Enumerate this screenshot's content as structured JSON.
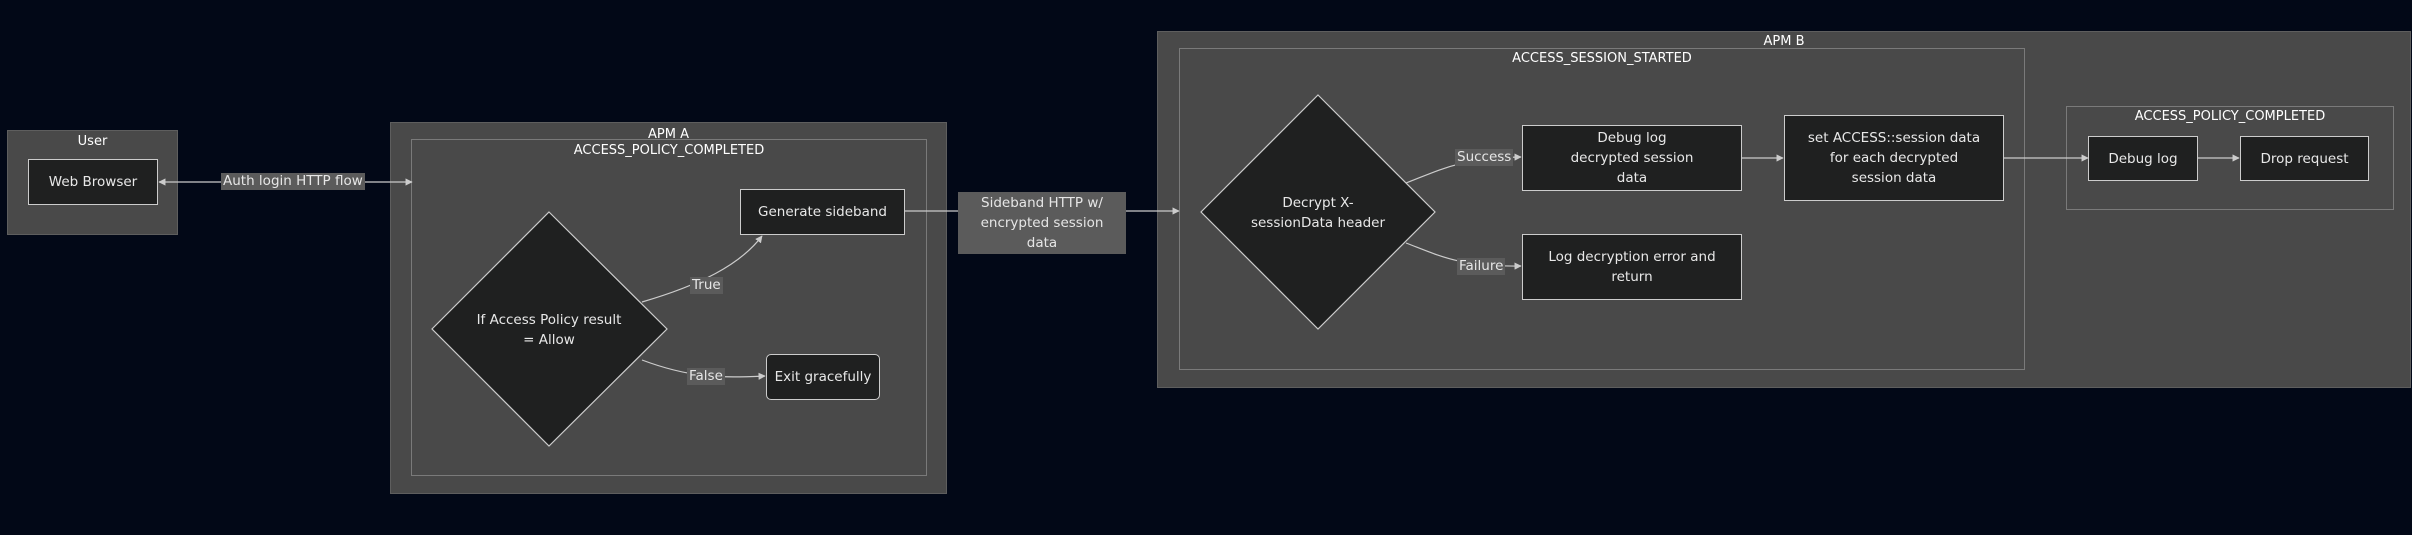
{
  "clusters": {
    "user": "User",
    "apm_a": "APM A",
    "apm_a_sub": "ACCESS_POLICY_COMPLETED",
    "apm_b": "APM B",
    "apm_b_sub1": "ACCESS_SESSION_STARTED",
    "apm_b_sub2": "ACCESS_POLICY_COMPLETED"
  },
  "nodes": {
    "web_browser": "Web Browser",
    "if_access_policy": "If Access Policy result = Allow",
    "generate_sideband": "Generate sideband",
    "exit_gracefully": "Exit gracefully",
    "decrypt_header": "Decrypt X-sessionData header",
    "debug_log_decrypted": "Debug log decrypted session data",
    "set_access_session": "set ACCESS::session data for each decrypted session data",
    "log_decryption_error": "Log decryption error and return",
    "debug_log": "Debug log",
    "drop_request": "Drop request"
  },
  "edges": {
    "auth_login": "Auth login HTTP flow",
    "true_label": "True",
    "false_label": "False",
    "sideband_http": "Sideband HTTP w/ encrypted session data",
    "success": "Success",
    "failure": "Failure"
  },
  "colors": {
    "background": "#020817",
    "cluster_fill": "#494949",
    "node_fill": "#1f2020",
    "node_stroke": "#cccccc",
    "edge": "#cccccc"
  }
}
